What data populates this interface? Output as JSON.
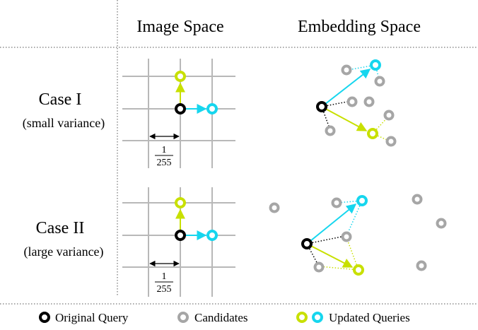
{
  "header": {
    "image_space": "Image Space",
    "embedding_space": "Embedding Space"
  },
  "rows": [
    {
      "case_label": "Case I",
      "variance_label": "(small variance)"
    },
    {
      "case_label": "Case II",
      "variance_label": "(large variance)"
    }
  ],
  "step": {
    "numerator": "1",
    "denominator": "255"
  },
  "legend": {
    "original": "Original Query",
    "candidates": "Candidates",
    "updated": "Updated Queries"
  },
  "colors": {
    "original": "#000000",
    "candidate": "#a6a6a6",
    "yellow_query": "#c8e000",
    "cyan_query": "#16d6ee",
    "grid": "#b8b8b8",
    "divider": "#555555"
  }
}
